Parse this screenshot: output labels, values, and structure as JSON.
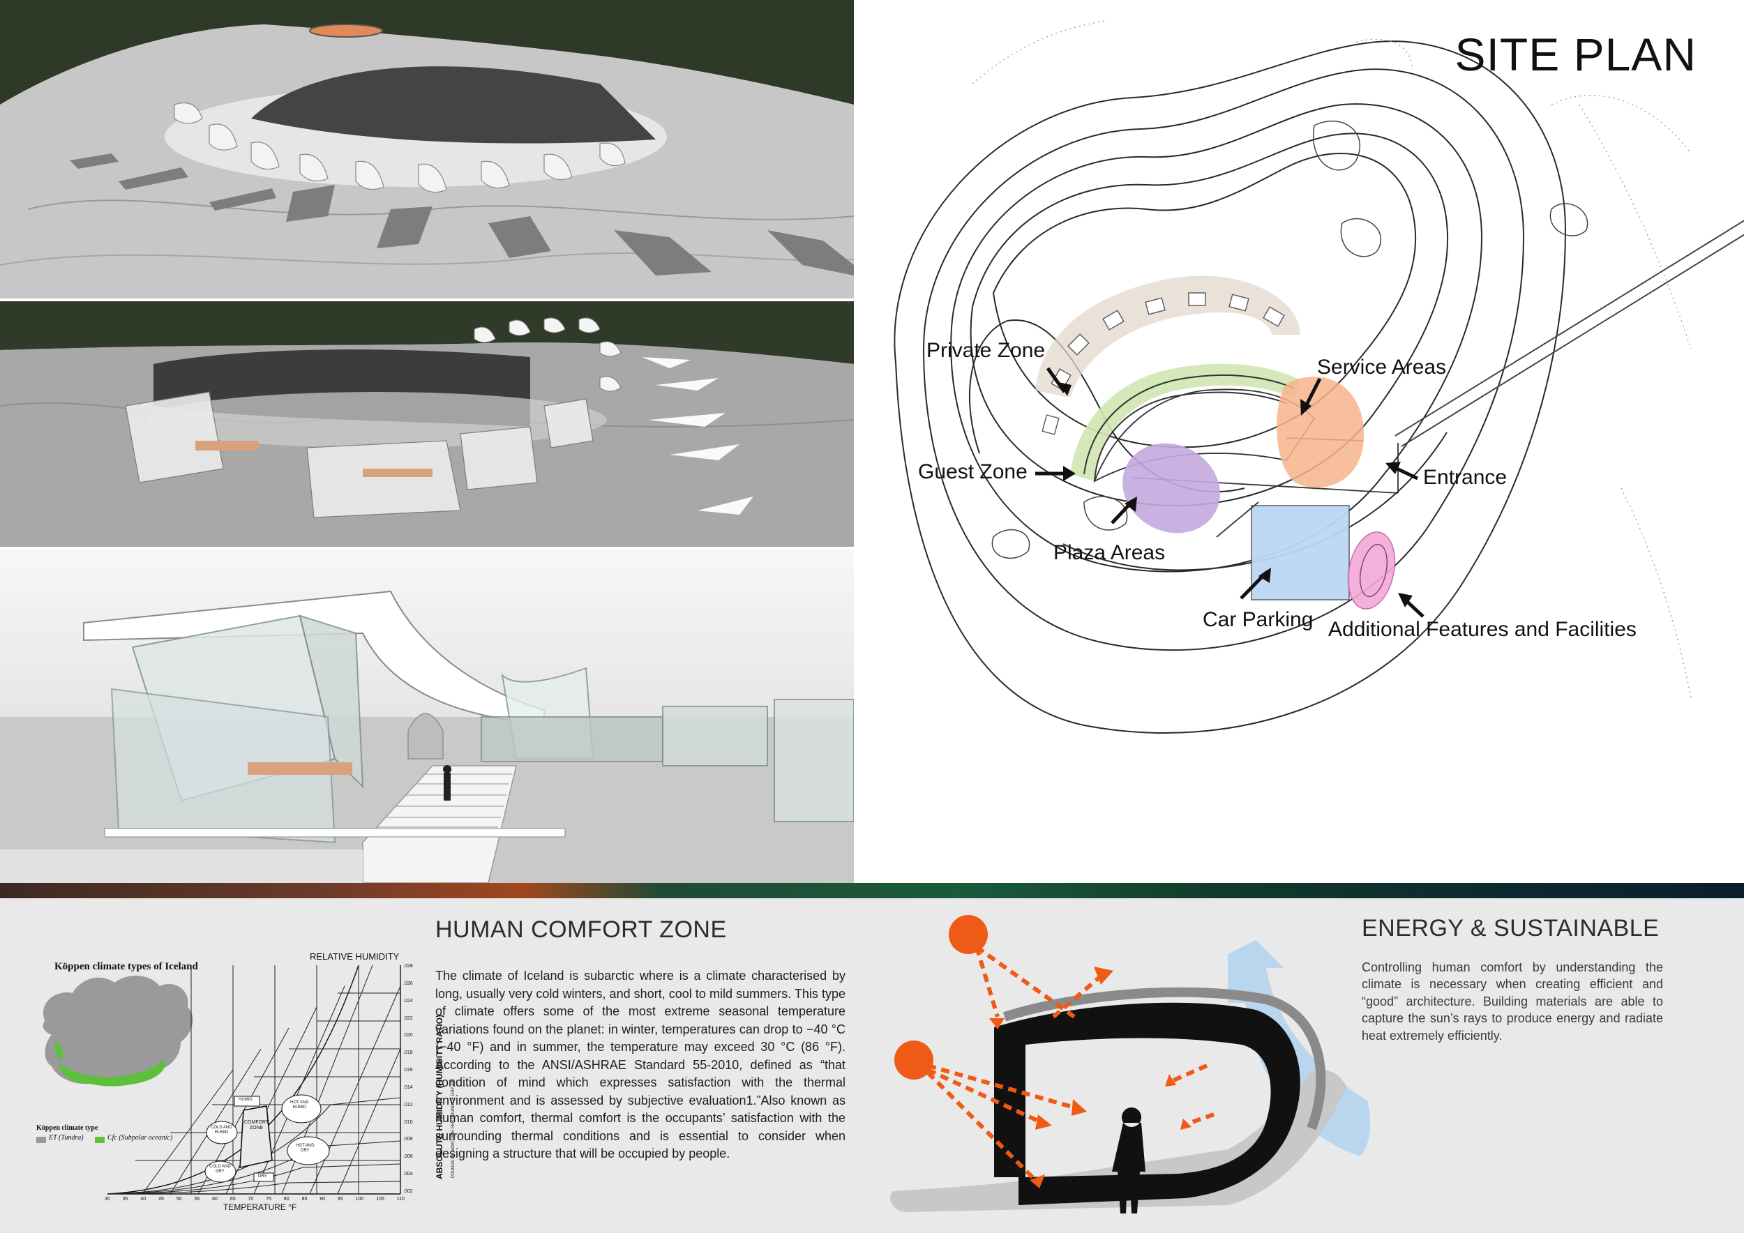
{
  "site_plan": {
    "title": "SITE PLAN",
    "labels": {
      "private_zone": "Private Zone",
      "service_areas": "Service Areas",
      "guest_zone": "Guest Zone",
      "entrance": "Entrance",
      "plaza_areas": "Plaza Areas",
      "car_parking": "Car Parking",
      "additional": "Additional Features and Facilities"
    },
    "zone_colors": {
      "private": "#e3d8cc",
      "guest": "#cfe6b3",
      "service": "#f7b48c",
      "plaza": "#c3a8df",
      "parking": "#bcd6f3",
      "additional": "#f2a8d8"
    }
  },
  "climate_panel": {
    "map_title": "Köppen climate types of Iceland",
    "legend_title": "Köppen climate type",
    "legend": [
      {
        "code": "ET (Tundra)",
        "color": "#999999"
      },
      {
        "code": "Cfc (Subpolar oceanic)",
        "color": "#5cc13a"
      }
    ],
    "chart": {
      "top_label": "RELATIVE HUMIDITY",
      "x_label": "TEMPERATURE °F",
      "y_label": "ABSOLUTE HUMIDITY (HUMIDITY RATIO)",
      "y_sublabel": "POUNDS OF MOISTURE PER POUND OF DRY AIR",
      "x_ticks": [
        "30",
        "35",
        "40",
        "45",
        "50",
        "55",
        "60",
        "65",
        "70",
        "75",
        "80",
        "85",
        "90",
        "95",
        "100",
        "105",
        "110"
      ],
      "y_ticks": [
        ".028",
        ".026",
        ".024",
        ".022",
        ".020",
        ".018",
        ".016",
        ".014",
        ".012",
        ".010",
        ".008",
        ".006",
        ".004",
        ".002"
      ],
      "zones": {
        "hot_humid": [
          "HOT AND",
          "HUMID"
        ],
        "cold_humid": [
          "COLD AND",
          "HUMID"
        ],
        "comfort": [
          "COMFORT",
          "ZONE"
        ],
        "hot_dry": [
          "HOT AND",
          "DRY"
        ],
        "cold_dry": [
          "COLD AND",
          "DRY"
        ],
        "humid": "HUMID",
        "dry": "DRY"
      }
    }
  },
  "comfort": {
    "title": "HUMAN COMFORT ZONE",
    "text": "The climate of Iceland is subarctic where is a climate characterised by long, usually very cold winters, and short, cool to mild summers. This type of climate offers some of the most extreme seasonal temperature variations found on the planet: in winter, temperatures can drop to −40 °C (−40 °F) and in summer, the temperature may exceed 30 °C (86 °F). According to the ANSI/ASHRAE Standard 55-2010, defined as “that condition of mind which expresses satisfaction with the thermal environment and is assessed by subjective evaluation1.”Also known as human comfort, thermal comfort is the occupants’ satisfaction with the surrounding thermal conditions and is essential to consider when designing a structure that will be occupied by people."
  },
  "energy": {
    "title": "ENERGY & SUSTAINABLE",
    "text": "Controlling human comfort by understanding the climate is necessary when creating efficient and “good” architecture. Building materials are able to capture the sun’s rays to produce energy and radiate heat extremely efficiently.",
    "colors": {
      "sun": "#ef5a16",
      "wind": "#b5d3ee",
      "shell": "#111111"
    }
  }
}
